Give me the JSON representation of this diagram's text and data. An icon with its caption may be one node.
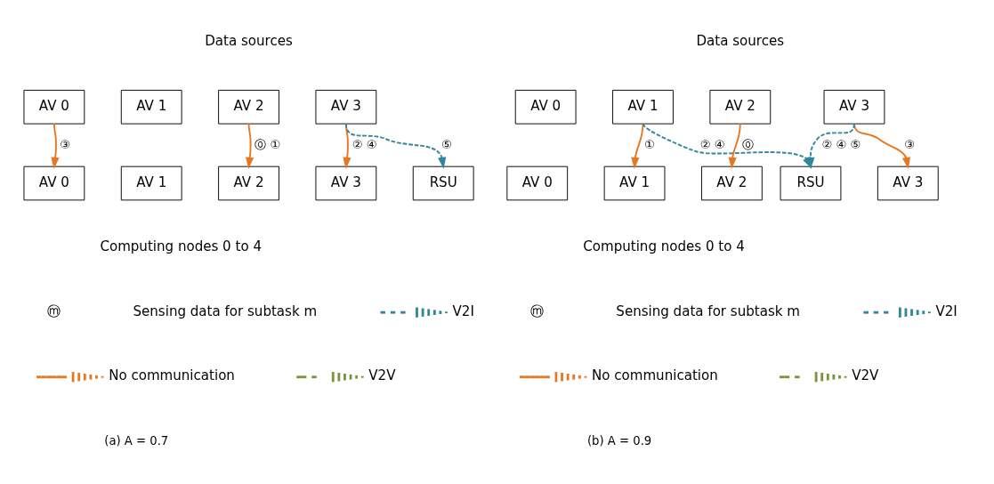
{
  "diagram": {
    "nodes": [
      {
        "text": [
          "AV 0"
        ]
      },
      {
        "text": [
          "AV 1"
        ]
      },
      {
        "text": [
          "AV 2"
        ]
      },
      {
        "text": [
          "AV 3"
        ]
      },
      {
        "text": [
          "AV 0"
        ]
      },
      {
        "text": [
          "AV 1"
        ]
      },
      {
        "text": [
          "AV 2"
        ]
      },
      {
        "text": [
          "AV 3"
        ]
      },
      {
        "text": [
          "RSU"
        ]
      },
      {
        "text": [
          "AV 0"
        ]
      },
      {
        "text": [
          "AV 1"
        ]
      },
      {
        "text": [
          "AV 2"
        ]
      },
      {
        "text": [
          "AV 3"
        ]
      },
      {
        "text": [
          "AV 0"
        ]
      },
      {
        "text": [
          "AV 1"
        ]
      },
      {
        "text": [
          "AV 2"
        ]
      },
      {
        "text": [
          "AV 3"
        ]
      },
      {
        "text": [
          "RSU"
        ]
      }
    ],
    "edges": [
      {
        "from": 0,
        "to": 4,
        "arrow": "to",
        "label": "③"
      },
      {
        "from": 2,
        "to": 6,
        "arrow": "to",
        "label": "⓪ ①"
      },
      {
        "from": 3,
        "to": 7,
        "arrow": "to",
        "label": "② ④"
      },
      {
        "from": 3,
        "to": 8,
        "arrow": "to",
        "label": "⑤",
        "style": "dashed",
        "color": "#31859c"
      },
      {
        "from": 10,
        "to": 14,
        "arrow": "to",
        "label": "①"
      },
      {
        "from": 10,
        "to": 17,
        "arrow": "to",
        "label": "② ④",
        "style": "dashed",
        "color": "#31859c"
      },
      {
        "from": 11,
        "to": 15,
        "arrow": "to",
        "label": "⓪"
      },
      {
        "from": 12,
        "to": 16,
        "arrow": "to",
        "label": "③"
      },
      {
        "from": 12,
        "to": 17,
        "arrow": "to",
        "label": "② ④ ⑤",
        "style": "dashed",
        "color": "#31859c"
      }
    ],
    "labels": [
      "Data sources",
      "Computing nodes 0 to 4",
      "ⓜ",
      "(a) A = 0.7",
      "Data sources",
      "Computing nodes 0 to 4",
      "ⓜ",
      "(b) A = 0.9"
    ],
    "legend": [
      {
        "text": "Sensing data for subtask m"
      },
      {
        "text": "V2I"
      },
      {
        "text": "No communication"
      },
      {
        "text": "V2V"
      },
      {
        "text": "Sensing data for subtask m"
      },
      {
        "text": "V2I"
      },
      {
        "text": "No communication"
      },
      {
        "text": "V2V"
      }
    ]
  }
}
